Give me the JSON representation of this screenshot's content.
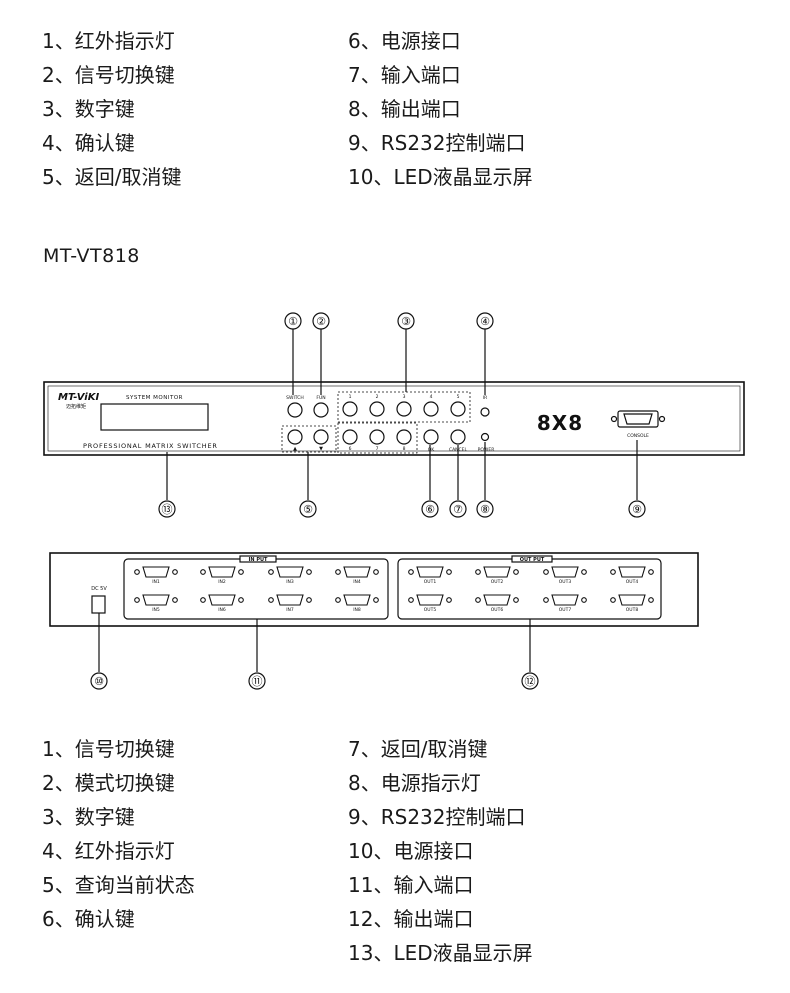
{
  "legend_top": [
    "1、红外指示灯",
    "2、信号切换键",
    "3、数字键",
    "4、确认键",
    "5、返回/取消键",
    "6、电源接口",
    "7、输入端口",
    "8、输出端口",
    "9、RS232控制端口",
    "10、LED液晶显示屏"
  ],
  "model": "MT-VT818",
  "front_panel": {
    "brand": "MT-ViKI",
    "brand_sub": "迈拓维矩",
    "system_monitor": "SYSTEM MONITOR",
    "tagline": "PROFESSIONAL MATRIX SWITCHER",
    "switch_label": "SWITCH",
    "fun_label": "FUN",
    "num_top": [
      "1",
      "2",
      "3",
      "4",
      "5"
    ],
    "num_bottom": [
      "6",
      "7",
      "8"
    ],
    "ir_label": "IR",
    "ok_label": "OK",
    "cancel_label": "CANCEL",
    "power_label": "POWER",
    "model_big": "8X8",
    "console_label": "CONSOLE",
    "up_arrow": "▲",
    "down_arrow": "▼"
  },
  "back_panel": {
    "dc_label": "DC 5V",
    "input_header": "IN PUT",
    "output_header": "OUT PUT",
    "inputs": [
      "IN1",
      "IN2",
      "IN3",
      "IN4",
      "IN5",
      "IN6",
      "IN7",
      "IN8"
    ],
    "outputs": [
      "OUT1",
      "OUT2",
      "OUT3",
      "OUT4",
      "OUT5",
      "OUT6",
      "OUT7",
      "OUT8"
    ]
  },
  "callouts_front": [
    "①",
    "②",
    "③",
    "④",
    "⑤",
    "⑥",
    "⑦",
    "⑧",
    "⑨",
    "⑬"
  ],
  "callouts_back": [
    "⑩",
    "⑪",
    "⑫"
  ],
  "legend_bottom": [
    "1、信号切换键",
    "2、模式切换键",
    "3、数字键",
    "4、红外指示灯",
    "5、查询当前状态",
    "6、确认键",
    "7、返回/取消键",
    "8、电源指示灯",
    "9、RS232控制端口",
    "10、电源接口",
    "11、输入端口",
    "12、输出端口",
    "13、LED液晶显示屏"
  ]
}
